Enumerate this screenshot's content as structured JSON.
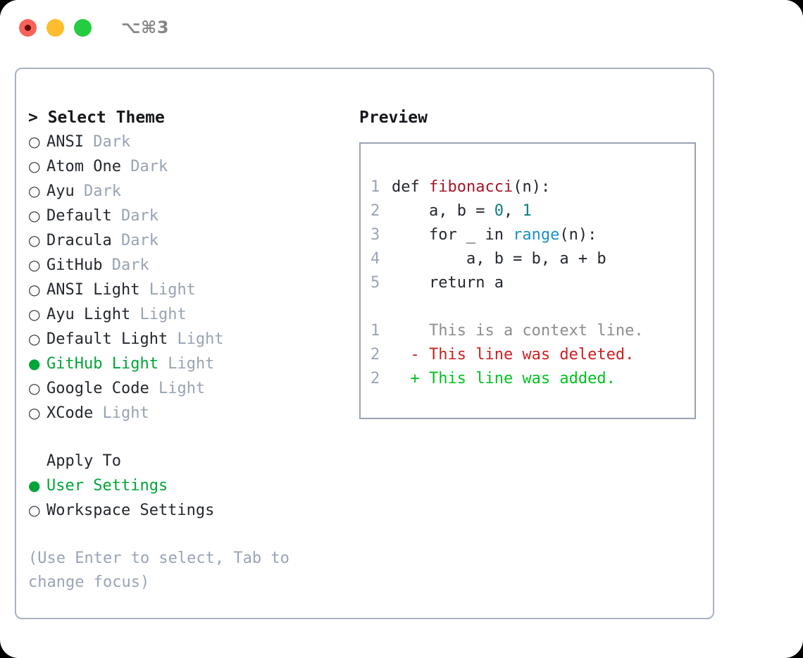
{
  "titlebar": {
    "shortcut": "⌥⌘3",
    "buttons": [
      "close",
      "minimize",
      "maximize"
    ]
  },
  "left": {
    "heading": "> Select Theme",
    "themes": [
      {
        "bullet": "○",
        "name": "ANSI",
        "tag": "Dark",
        "selected": false
      },
      {
        "bullet": "○",
        "name": "Atom One",
        "tag": "Dark",
        "selected": false
      },
      {
        "bullet": "○",
        "name": "Ayu",
        "tag": "Dark",
        "selected": false
      },
      {
        "bullet": "○",
        "name": "Default",
        "tag": "Dark",
        "selected": false
      },
      {
        "bullet": "○",
        "name": "Dracula",
        "tag": "Dark",
        "selected": false
      },
      {
        "bullet": "○",
        "name": "GitHub",
        "tag": "Dark",
        "selected": false
      },
      {
        "bullet": "○",
        "name": "ANSI Light",
        "tag": "Light",
        "selected": false
      },
      {
        "bullet": "○",
        "name": "Ayu Light",
        "tag": "Light",
        "selected": false
      },
      {
        "bullet": "○",
        "name": "Default Light",
        "tag": "Light",
        "selected": false
      },
      {
        "bullet": "●",
        "name": "GitHub Light",
        "tag": "Light",
        "selected": true
      },
      {
        "bullet": "○",
        "name": "Google Code",
        "tag": "Light",
        "selected": false
      },
      {
        "bullet": "○",
        "name": "XCode",
        "tag": "Light",
        "selected": false
      }
    ],
    "apply_to": {
      "title": "Apply To",
      "options": [
        {
          "bullet": "●",
          "name": "User Settings",
          "selected": true
        },
        {
          "bullet": "○",
          "name": "Workspace Settings",
          "selected": false
        }
      ]
    },
    "hint": "(Use Enter to select, Tab to change focus)"
  },
  "right": {
    "heading": "Preview",
    "code_lines": [
      {
        "no": "1",
        "segments": [
          {
            "text": "def ",
            "cls": "tok-plain"
          },
          {
            "text": "fibonacci",
            "cls": "tok-fn"
          },
          {
            "text": "(n):",
            "cls": "tok-plain"
          }
        ]
      },
      {
        "no": "2",
        "segments": [
          {
            "text": "    a, b = ",
            "cls": "tok-plain"
          },
          {
            "text": "0",
            "cls": "tok-num"
          },
          {
            "text": ", ",
            "cls": "tok-plain"
          },
          {
            "text": "1",
            "cls": "tok-num"
          }
        ]
      },
      {
        "no": "3",
        "segments": [
          {
            "text": "    for _ in ",
            "cls": "tok-plain"
          },
          {
            "text": "range",
            "cls": "tok-call"
          },
          {
            "text": "(n):",
            "cls": "tok-plain"
          }
        ]
      },
      {
        "no": "4",
        "segments": [
          {
            "text": "        a, b = b, a + b",
            "cls": "tok-plain"
          }
        ]
      },
      {
        "no": "5",
        "segments": [
          {
            "text": "    return a",
            "cls": "tok-plain"
          }
        ]
      }
    ],
    "diff_lines": [
      {
        "no": "1",
        "marker": "  ",
        "text": "This is a context line.",
        "cls": "diff-ctx"
      },
      {
        "no": "2",
        "marker": "- ",
        "text": "This line was deleted.",
        "cls": "diff-del"
      },
      {
        "no": "2",
        "marker": "+ ",
        "text": "This line was added.",
        "cls": "diff-add"
      }
    ]
  },
  "colors": {
    "accent_green": "#00a53a",
    "border": "#a8b2bf",
    "muted": "#98a3b3",
    "diff_add": "#00c21f",
    "diff_del": "#cc1f1f",
    "syntax_fn": "#a3172a",
    "syntax_num": "#0f7c7c",
    "syntax_call": "#1c8fc4"
  }
}
